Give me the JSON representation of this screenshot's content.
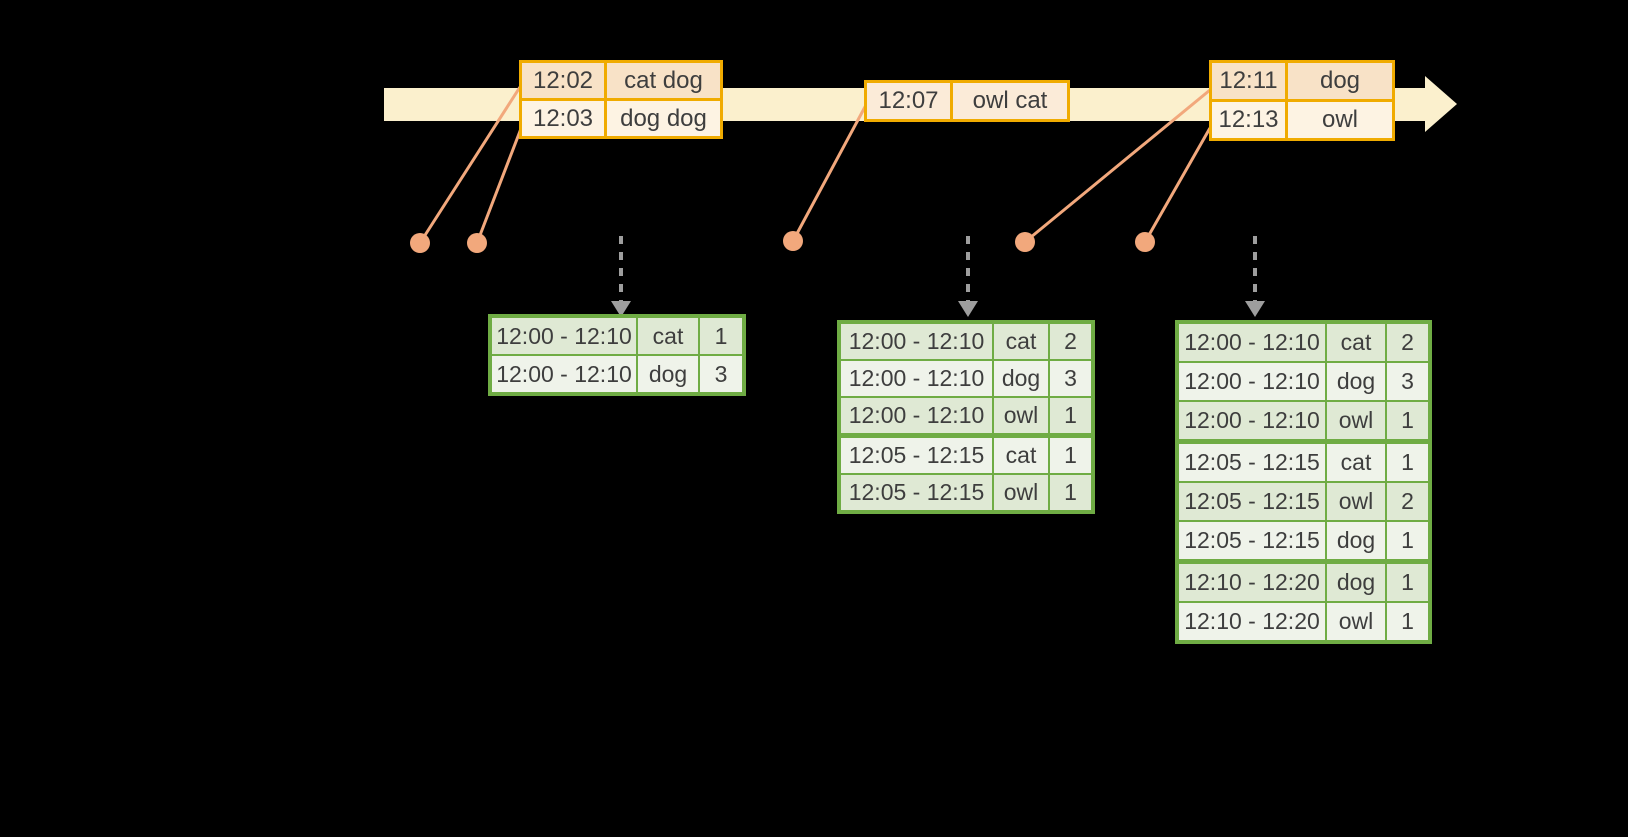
{
  "colors": {
    "background": "#000000",
    "timeline_band": "#FBF0CD",
    "event_table_border": "#F0AB00",
    "event_row_dark": "#F8E2C7",
    "event_row_light": "#FDF3E3",
    "event_row_medium": "#FBEBD8",
    "connector": "#F2A87C",
    "dashed_arrow": "#9E9E9E",
    "result_table_border": "#6FAC44",
    "result_cell_dark": "#DFE9D4",
    "result_cell_light": "#EFF3EA",
    "text": "#3E3E3E"
  },
  "event_tables": [
    {
      "rows": [
        {
          "time": "12:02",
          "words": "cat dog"
        },
        {
          "time": "12:03",
          "words": "dog dog"
        }
      ]
    },
    {
      "rows": [
        {
          "time": "12:07",
          "words": "owl cat"
        }
      ]
    },
    {
      "rows": [
        {
          "time": "12:11",
          "words": "dog"
        },
        {
          "time": "12:13",
          "words": "owl"
        }
      ]
    }
  ],
  "result_tables": [
    {
      "rows": [
        {
          "window": "12:00 - 12:10",
          "word": "cat",
          "count": "1"
        },
        {
          "window": "12:00 - 12:10",
          "word": "dog",
          "count": "3"
        }
      ]
    },
    {
      "rows": [
        {
          "window": "12:00 - 12:10",
          "word": "cat",
          "count": "2"
        },
        {
          "window": "12:00 - 12:10",
          "word": "dog",
          "count": "3"
        },
        {
          "window": "12:00 - 12:10",
          "word": "owl",
          "count": "1"
        },
        {
          "window": "12:05 - 12:15",
          "word": "cat",
          "count": "1"
        },
        {
          "window": "12:05 - 12:15",
          "word": "owl",
          "count": "1"
        }
      ]
    },
    {
      "rows": [
        {
          "window": "12:00 - 12:10",
          "word": "cat",
          "count": "2"
        },
        {
          "window": "12:00 - 12:10",
          "word": "dog",
          "count": "3"
        },
        {
          "window": "12:00 - 12:10",
          "word": "owl",
          "count": "1"
        },
        {
          "window": "12:05 - 12:15",
          "word": "cat",
          "count": "1"
        },
        {
          "window": "12:05 - 12:15",
          "word": "owl",
          "count": "2"
        },
        {
          "window": "12:05 - 12:15",
          "word": "dog",
          "count": "1"
        },
        {
          "window": "12:10 - 12:20",
          "word": "dog",
          "count": "1"
        },
        {
          "window": "12:10 - 12:20",
          "word": "owl",
          "count": "1"
        }
      ]
    }
  ]
}
